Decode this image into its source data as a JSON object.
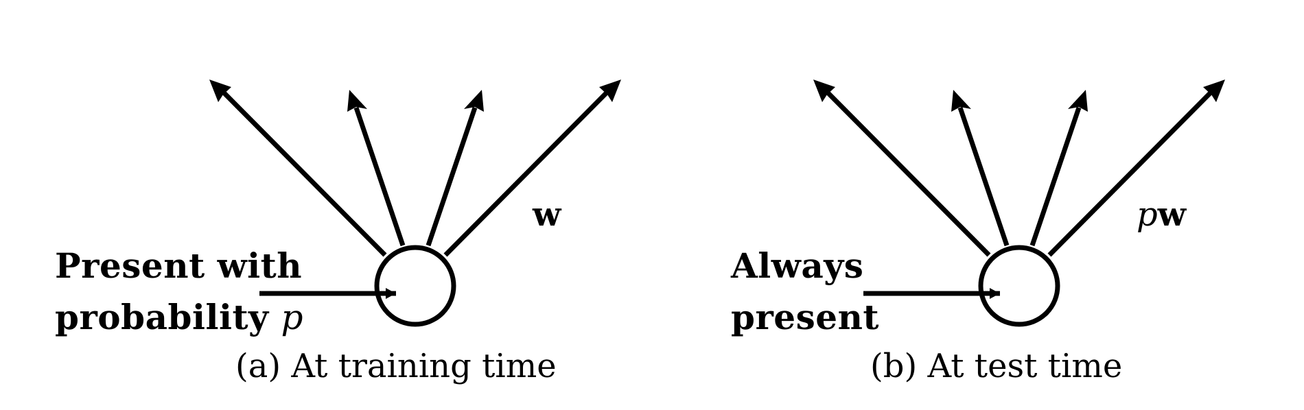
{
  "panels": [
    {
      "id": "a",
      "input_label_line1": "Present with",
      "input_label_line2": "probability ",
      "input_label_var": "p",
      "weight_prefix": "",
      "weight_symbol": "w",
      "caption": "(a) At training time"
    },
    {
      "id": "b",
      "input_label_line1": "Always",
      "input_label_line2": "present",
      "input_label_var": "",
      "weight_prefix": "p",
      "weight_symbol": "w",
      "caption": "(b) At test time"
    }
  ],
  "stroke_color": "#000000"
}
